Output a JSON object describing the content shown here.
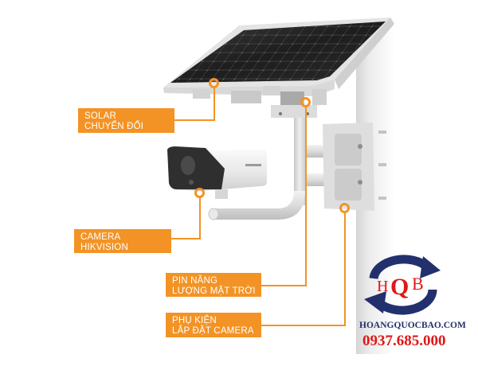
{
  "product_illustration": {
    "subject": "solar-powered security camera kit on pole mount",
    "callouts": [
      {
        "id": "solar",
        "lines": [
          "SOLAR",
          "CHUYỂN ĐỔI"
        ]
      },
      {
        "id": "camera",
        "lines": [
          "CAMERA",
          "HIKVISION"
        ]
      },
      {
        "id": "battery",
        "lines": [
          "PIN NĂNG",
          "LƯỢNG MẶT TRỜI"
        ]
      },
      {
        "id": "accessory",
        "lines": [
          "PHỤ KIỆN",
          "LẮP ĐẶT CAMERA"
        ]
      }
    ],
    "accent_color": "#f39325"
  },
  "watermark": {
    "logo_letters": [
      "H",
      "Q",
      "B"
    ],
    "website": "HOANGQUOCBAO.COM",
    "phone": "0937.685.000",
    "colors": {
      "navy": "#22306e",
      "red": "#e01818"
    }
  }
}
